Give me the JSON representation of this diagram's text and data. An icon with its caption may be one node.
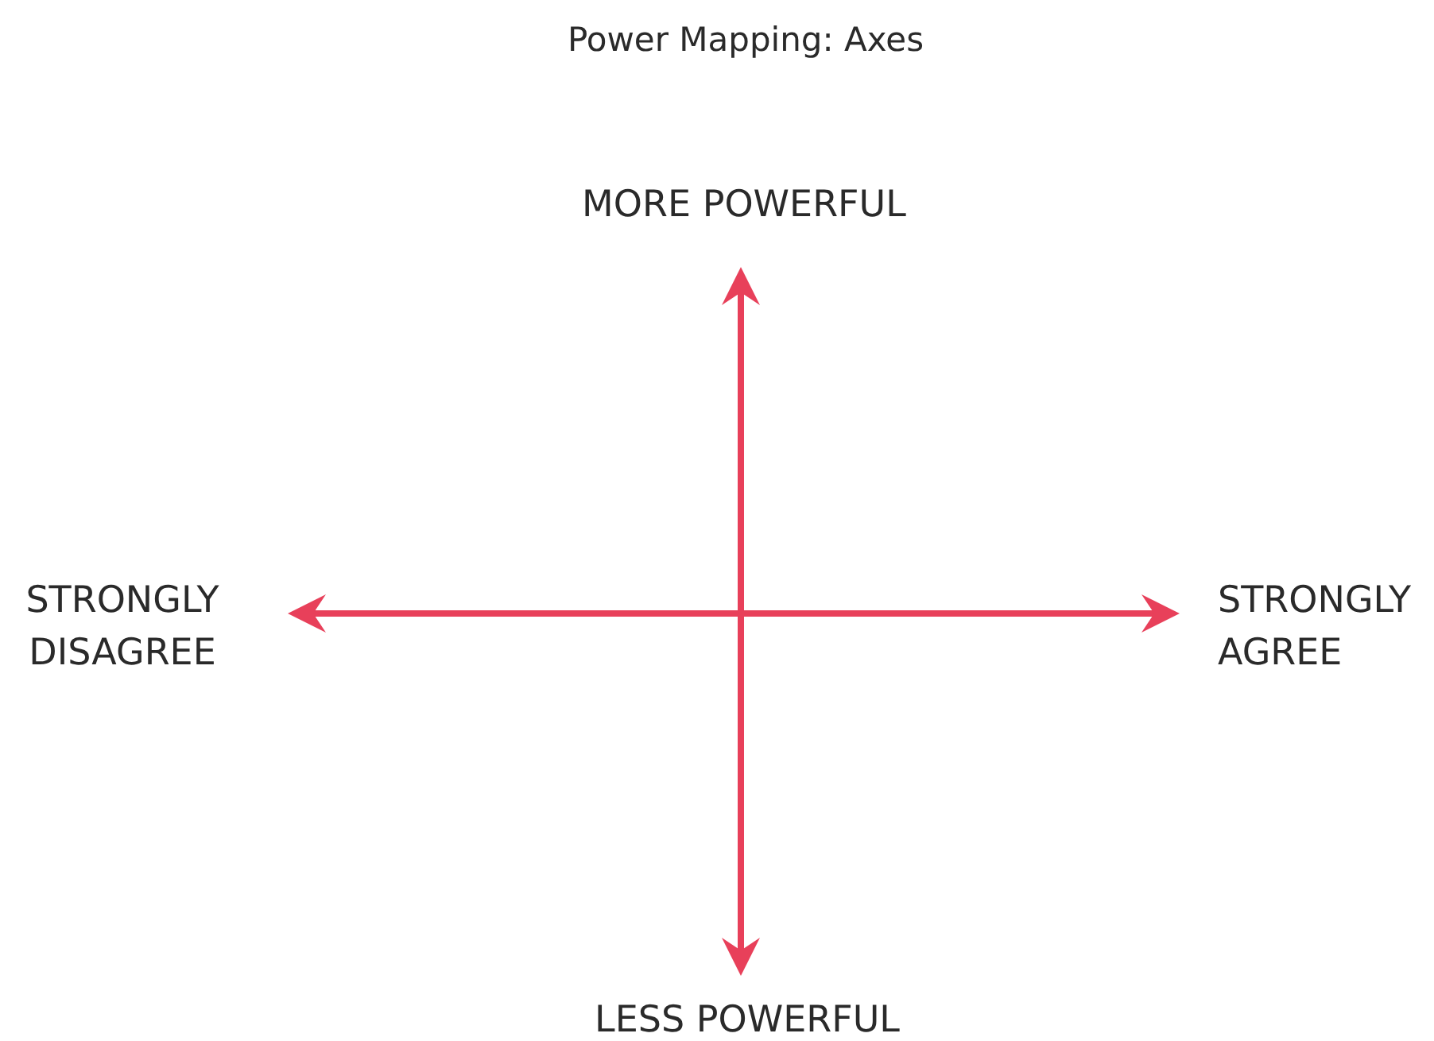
{
  "diagram": {
    "title": "Power Mapping: Axes",
    "labels": [
      "MORE POWERFUL",
      "STRONGLY DISAGREE",
      "STRONGLY AGREE",
      "LESS POWERFUL"
    ]
  }
}
